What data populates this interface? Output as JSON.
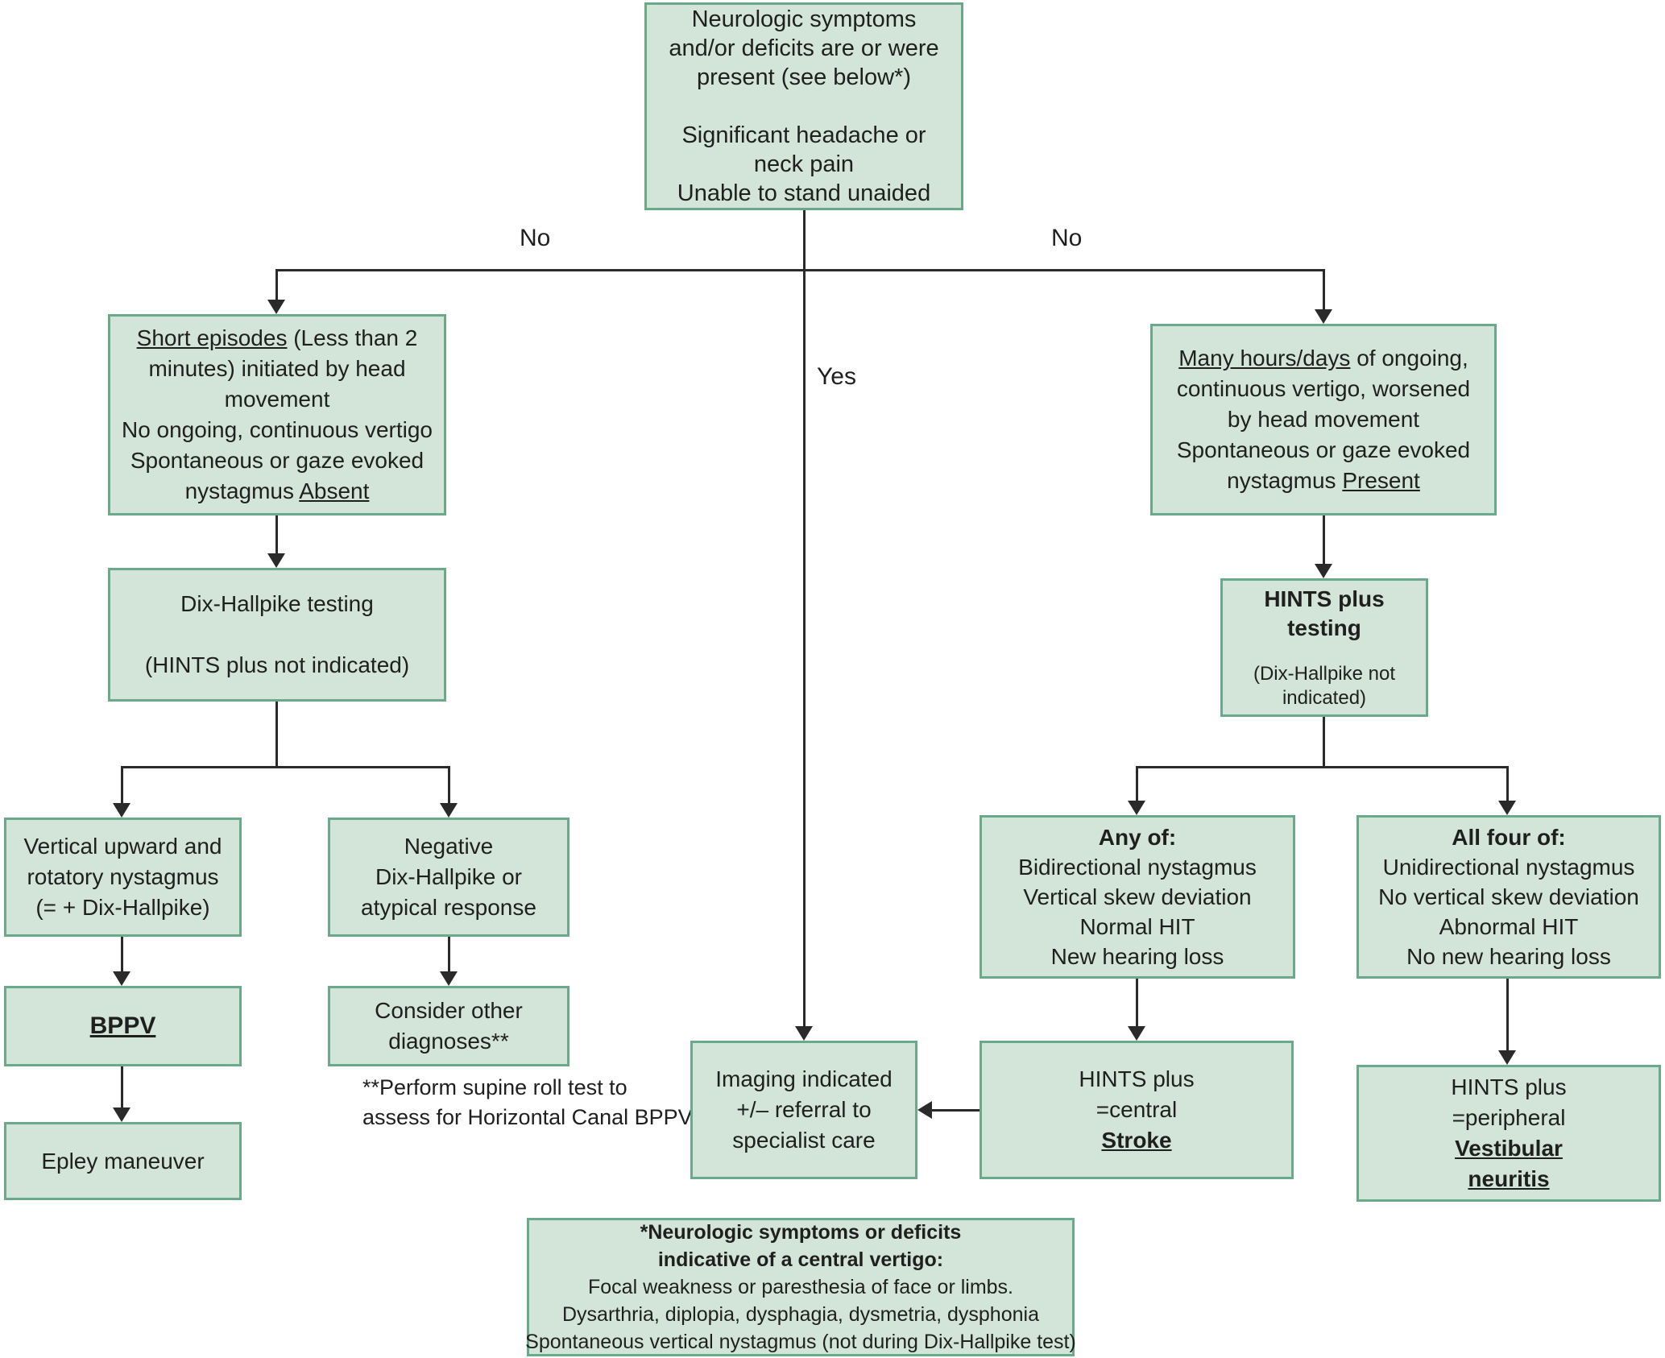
{
  "diagram_title": "Vertigo evaluation flowchart",
  "colors": {
    "box_fill": "#d3e4d8",
    "box_border": "#6aaa8b",
    "connector": "#2a2a2a",
    "text": "#1f1f1f"
  },
  "edge_labels": {
    "no_left": "No",
    "no_right": "No",
    "yes": "Yes"
  },
  "nodes": {
    "root": {
      "l1": "Neurologic symptoms",
      "l2": "and/or deficits are or were",
      "l3": "present (see below*)",
      "l4": "Significant headache or",
      "l5": "neck pain",
      "l6": "Unable to stand unaided"
    },
    "short_episodes": {
      "l1u": "Short episodes",
      "l1r": " (Less than 2",
      "l2": "minutes) initiated by head",
      "l3": "movement",
      "l4": "No ongoing, continuous vertigo",
      "l5": "Spontaneous or gaze evoked",
      "l6r": "nystagmus ",
      "l6u": "Absent"
    },
    "dix_hallpike": {
      "l1": "Dix-Hallpike testing",
      "l2": "(HINTS plus not indicated)"
    },
    "vertical_upward": {
      "l1": "Vertical upward and",
      "l2": "rotatory nystagmus",
      "l3": "(= + Dix-Hallpike)"
    },
    "negative_dix": {
      "l1": "Negative",
      "l2": "Dix-Hallpike or",
      "l3": "atypical response"
    },
    "bppv": {
      "l1": "BPPV"
    },
    "epley": {
      "l1": "Epley maneuver"
    },
    "consider_other": {
      "l1": "Consider other",
      "l2": "diagnoses**"
    },
    "supine_note": {
      "l1": "**Perform supine roll test to",
      "l2": "assess for Horizontal Canal BPPV"
    },
    "many_hours": {
      "l1u": "Many hours/days",
      "l1r": " of ongoing,",
      "l2": "continuous vertigo, worsened",
      "l3": "by head movement",
      "l4": "Spontaneous or gaze evoked",
      "l5r": "nystagmus ",
      "l5u": "Present"
    },
    "hints_testing": {
      "l1": "HINTS plus",
      "l2": "testing",
      "l3": "(Dix-Hallpike not",
      "l4": "indicated)"
    },
    "any_of": {
      "head": "Any of:",
      "l1": "Bidirectional nystagmus",
      "l2": "Vertical skew deviation",
      "l3": "Normal HIT",
      "l4": "New hearing loss"
    },
    "all_four": {
      "head": "All four of:",
      "l1": "Unidirectional nystagmus",
      "l2": "No vertical skew deviation",
      "l3": "Abnormal HIT",
      "l4": "No new hearing loss"
    },
    "imaging": {
      "l1": "Imaging indicated",
      "l2": "+/– referral to",
      "l3": "specialist care"
    },
    "hints_central": {
      "l1": "HINTS plus",
      "l2": "=central",
      "l3": "Stroke"
    },
    "hints_peripheral": {
      "l1": "HINTS plus",
      "l2": "=peripheral",
      "l3": "Vestibular",
      "l4": "neuritis"
    },
    "central_footnote": {
      "b1": "*Neurologic symptoms or deficits",
      "b2": "indicative of a central vertigo:",
      "l1": "Focal weakness or paresthesia of face or limbs.",
      "l2": "Dysarthria, diplopia, dysphagia, dysmetria, dysphonia",
      "l3": "Spontaneous vertical nystagmus (not during Dix-Hallpike test)"
    }
  }
}
